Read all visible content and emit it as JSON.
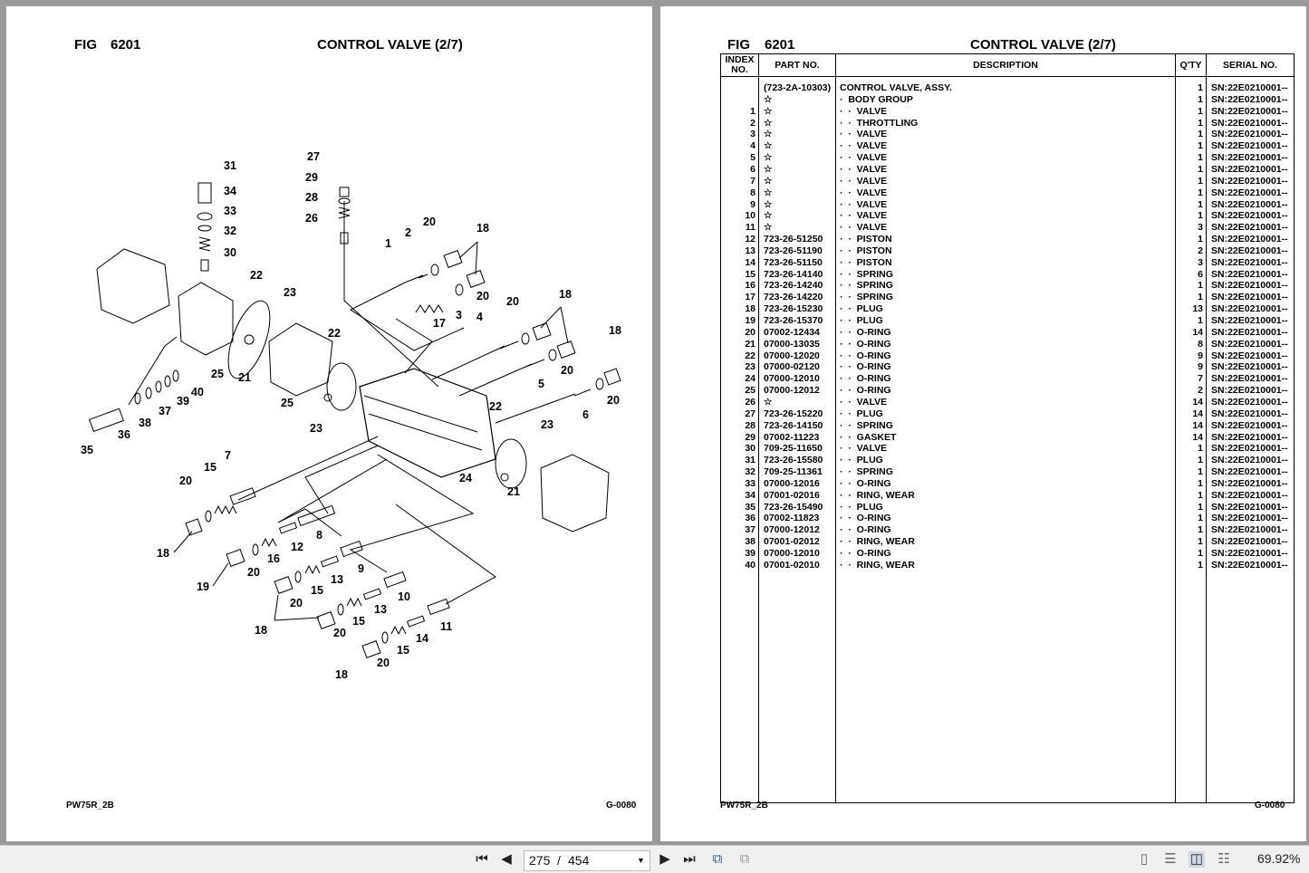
{
  "left_page": {
    "fig_label": "FIG",
    "fig_number": "6201",
    "title": "CONTROL VALVE (2/7)",
    "footer_model": "PW75R_2B",
    "footer_code": "G-0080",
    "callouts": [
      "1",
      "2",
      "3",
      "4",
      "5",
      "6",
      "7",
      "8",
      "9",
      "10",
      "11",
      "12",
      "13",
      "14",
      "15",
      "16",
      "17",
      "18",
      "19",
      "20",
      "21",
      "22",
      "23",
      "24",
      "25",
      "26",
      "27",
      "28",
      "29",
      "30",
      "31",
      "32",
      "33",
      "34",
      "35",
      "36",
      "37",
      "38",
      "39",
      "40"
    ]
  },
  "right_page": {
    "fig_label": "FIG",
    "fig_number": "6201",
    "title": "CONTROL VALVE (2/7)",
    "footer_model": "PW75R_2B",
    "footer_code": "G-0080",
    "headers": {
      "index": "INDEX NO.",
      "part": "PART NO.",
      "description": "DESCRIPTION",
      "qty": "Q'TY",
      "serial": "SERIAL NO."
    },
    "rows": [
      {
        "index": "",
        "part": "(723-2A-10303)",
        "description": "CONTROL VALVE, ASSY.",
        "qty": "1",
        "serial": "SN:22E0210001--"
      },
      {
        "index": "",
        "part": "☆",
        "description": "·  BODY GROUP",
        "qty": "1",
        "serial": "SN:22E0210001--"
      },
      {
        "index": "1",
        "part": "☆",
        "description": "·  ·  VALVE",
        "qty": "1",
        "serial": "SN:22E0210001--"
      },
      {
        "index": "2",
        "part": "☆",
        "description": "·  ·  THROTTLING",
        "qty": "1",
        "serial": "SN:22E0210001--"
      },
      {
        "index": "3",
        "part": "☆",
        "description": "·  ·  VALVE",
        "qty": "1",
        "serial": "SN:22E0210001--"
      },
      {
        "index": "4",
        "part": "☆",
        "description": "·  ·  VALVE",
        "qty": "1",
        "serial": "SN:22E0210001--"
      },
      {
        "index": "5",
        "part": "☆",
        "description": "·  ·  VALVE",
        "qty": "1",
        "serial": "SN:22E0210001--"
      },
      {
        "index": "6",
        "part": "☆",
        "description": "·  ·  VALVE",
        "qty": "1",
        "serial": "SN:22E0210001--"
      },
      {
        "index": "7",
        "part": "☆",
        "description": "·  ·  VALVE",
        "qty": "1",
        "serial": "SN:22E0210001--"
      },
      {
        "index": "8",
        "part": "☆",
        "description": "·  ·  VALVE",
        "qty": "1",
        "serial": "SN:22E0210001--"
      },
      {
        "index": "9",
        "part": "☆",
        "description": "·  ·  VALVE",
        "qty": "1",
        "serial": "SN:22E0210001--"
      },
      {
        "index": "10",
        "part": "☆",
        "description": "·  ·  VALVE",
        "qty": "1",
        "serial": "SN:22E0210001--"
      },
      {
        "index": "11",
        "part": "☆",
        "description": "·  ·  VALVE",
        "qty": "3",
        "serial": "SN:22E0210001--"
      },
      {
        "index": "12",
        "part": "723-26-51250",
        "description": "·  ·  PISTON",
        "qty": "1",
        "serial": "SN:22E0210001--"
      },
      {
        "index": "13",
        "part": "723-26-51190",
        "description": "·  ·  PISTON",
        "qty": "2",
        "serial": "SN:22E0210001--"
      },
      {
        "index": "14",
        "part": "723-26-51150",
        "description": "·  ·  PISTON",
        "qty": "3",
        "serial": "SN:22E0210001--"
      },
      {
        "index": "15",
        "part": "723-26-14140",
        "description": "·  ·  SPRING",
        "qty": "6",
        "serial": "SN:22E0210001--"
      },
      {
        "index": "16",
        "part": "723-26-14240",
        "description": "·  ·  SPRING",
        "qty": "1",
        "serial": "SN:22E0210001--"
      },
      {
        "index": "17",
        "part": "723-26-14220",
        "description": "·  ·  SPRING",
        "qty": "1",
        "serial": "SN:22E0210001--"
      },
      {
        "index": "18",
        "part": "723-26-15230",
        "description": "·  ·  PLUG",
        "qty": "13",
        "serial": "SN:22E0210001--"
      },
      {
        "index": "19",
        "part": "723-26-15370",
        "description": "·  ·  PLUG",
        "qty": "1",
        "serial": "SN:22E0210001--"
      },
      {
        "index": "20",
        "part": "07002-12434",
        "description": "·  ·  O-RING",
        "qty": "14",
        "serial": "SN:22E0210001--"
      },
      {
        "index": "21",
        "part": "07000-13035",
        "description": "·  ·  O-RING",
        "qty": "8",
        "serial": "SN:22E0210001--"
      },
      {
        "index": "22",
        "part": "07000-12020",
        "description": "·  ·  O-RING",
        "qty": "9",
        "serial": "SN:22E0210001--"
      },
      {
        "index": "23",
        "part": "07000-02120",
        "description": "·  ·  O-RING",
        "qty": "9",
        "serial": "SN:22E0210001--"
      },
      {
        "index": "24",
        "part": "07000-12010",
        "description": "·  ·  O-RING",
        "qty": "7",
        "serial": "SN:22E0210001--"
      },
      {
        "index": "25",
        "part": "07000-12012",
        "description": "·  ·  O-RING",
        "qty": "2",
        "serial": "SN:22E0210001--"
      },
      {
        "index": "26",
        "part": "☆",
        "description": "·  ·  VALVE",
        "qty": "14",
        "serial": "SN:22E0210001--"
      },
      {
        "index": "27",
        "part": "723-26-15220",
        "description": "·  ·  PLUG",
        "qty": "14",
        "serial": "SN:22E0210001--"
      },
      {
        "index": "28",
        "part": "723-26-14150",
        "description": "·  ·  SPRING",
        "qty": "14",
        "serial": "SN:22E0210001--"
      },
      {
        "index": "29",
        "part": "07002-11223",
        "description": "·  ·  GASKET",
        "qty": "14",
        "serial": "SN:22E0210001--"
      },
      {
        "index": "30",
        "part": "709-25-11650",
        "description": "·  ·  VALVE",
        "qty": "1",
        "serial": "SN:22E0210001--"
      },
      {
        "index": "31",
        "part": "723-26-15580",
        "description": "·  ·  PLUG",
        "qty": "1",
        "serial": "SN:22E0210001--"
      },
      {
        "index": "32",
        "part": "709-25-11361",
        "description": "·  ·  SPRING",
        "qty": "1",
        "serial": "SN:22E0210001--"
      },
      {
        "index": "33",
        "part": "07000-12016",
        "description": "·  ·  O-RING",
        "qty": "1",
        "serial": "SN:22E0210001--"
      },
      {
        "index": "34",
        "part": "07001-02016",
        "description": "·  ·  RING, WEAR",
        "qty": "1",
        "serial": "SN:22E0210001--"
      },
      {
        "index": "35",
        "part": "723-26-15490",
        "description": "·  ·  PLUG",
        "qty": "1",
        "serial": "SN:22E0210001--"
      },
      {
        "index": "36",
        "part": "07002-11823",
        "description": "·  ·  O-RING",
        "qty": "1",
        "serial": "SN:22E0210001--"
      },
      {
        "index": "37",
        "part": "07000-12012",
        "description": "·  ·  O-RING",
        "qty": "1",
        "serial": "SN:22E0210001--"
      },
      {
        "index": "38",
        "part": "07001-02012",
        "description": "·  ·  RING, WEAR",
        "qty": "1",
        "serial": "SN:22E0210001--"
      },
      {
        "index": "39",
        "part": "07000-12010",
        "description": "·  ·  O-RING",
        "qty": "1",
        "serial": "SN:22E0210001--"
      },
      {
        "index": "40",
        "part": "07001-02010",
        "description": "·  ·  RING, WEAR",
        "qty": "1",
        "serial": "SN:22E0210001--"
      }
    ]
  },
  "toolbar": {
    "current_page": "275",
    "separator": "/",
    "total_pages": "454",
    "zoom": "69.92%",
    "icons": [
      "first-page-icon",
      "prev-page-icon",
      "next-page-icon",
      "last-page-icon",
      "previous-view-icon",
      "next-view-icon",
      "single-page-view-icon",
      "continuous-view-icon",
      "two-page-view-icon",
      "two-page-continuous-icon"
    ]
  }
}
